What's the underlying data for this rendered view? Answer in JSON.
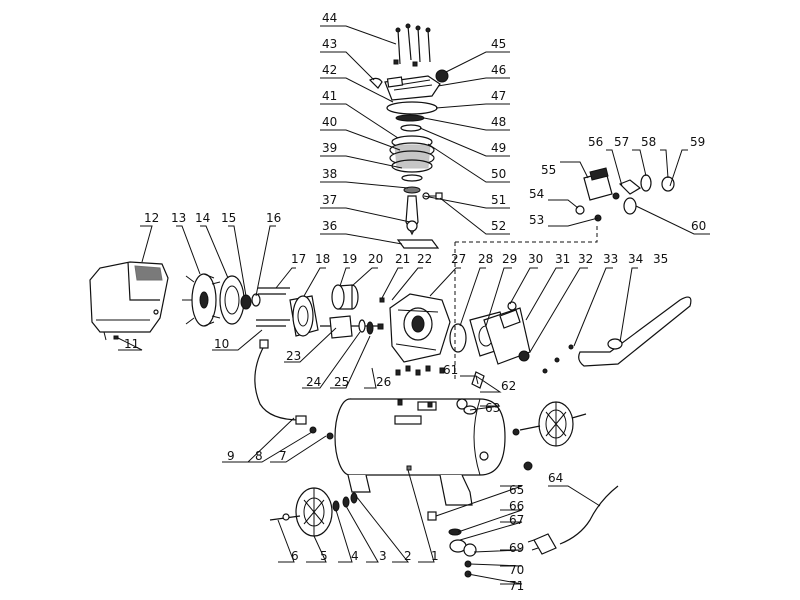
{
  "diagram": {
    "labels": [
      "1",
      "2",
      "3",
      "4",
      "5",
      "6",
      "7",
      "8",
      "9",
      "10",
      "11",
      "12",
      "13",
      "14",
      "15",
      "16",
      "17",
      "18",
      "19",
      "20",
      "21",
      "22",
      "23",
      "24",
      "25",
      "26",
      "27",
      "28",
      "29",
      "30",
      "31",
      "32",
      "33",
      "34",
      "35",
      "36",
      "37",
      "38",
      "39",
      "40",
      "41",
      "42",
      "43",
      "44",
      "45",
      "46",
      "47",
      "48",
      "49",
      "50",
      "51",
      "52",
      "53",
      "54",
      "55",
      "56",
      "57",
      "58",
      "59",
      "60",
      "61",
      "62",
      "63",
      "64",
      "65",
      "66",
      "67",
      "69",
      "70",
      "71"
    ]
  }
}
